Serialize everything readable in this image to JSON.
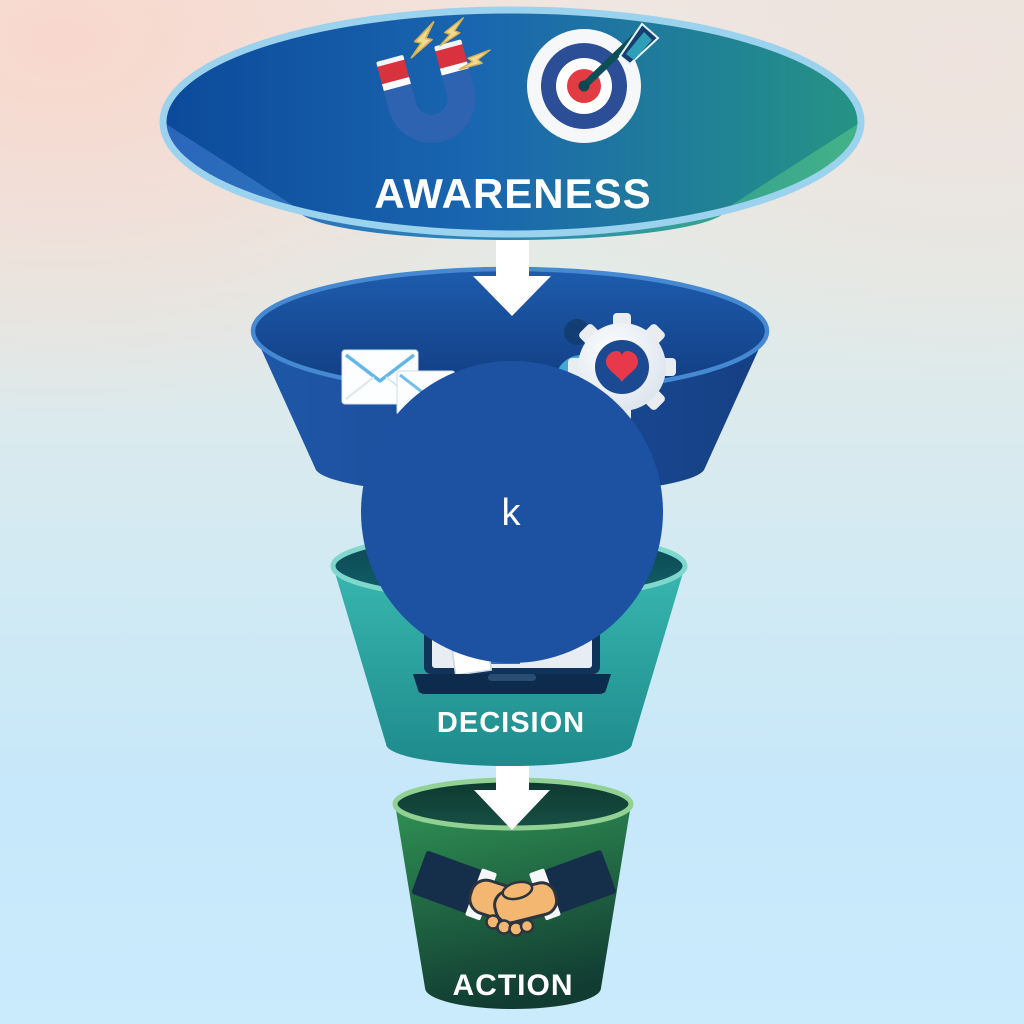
{
  "diagram": {
    "kind": "marketing-funnel",
    "arrow_color": "#ffffff"
  },
  "background": {
    "top_left": "#f8e3dc",
    "top_right": "#eee6e1",
    "bottom": "#c7e9fb"
  },
  "stages": [
    {
      "id": "awareness",
      "label": "AWARENESS",
      "icons": [
        "magnet-icon",
        "target-dart-icon"
      ],
      "body_color_left": "#2b65bb",
      "body_color_right": "#44b287"
    },
    {
      "id": "interest",
      "label": "",
      "icons": [
        "envelopes-icon",
        "gear-heart-icon"
      ],
      "body_color_left": "#1f57a8",
      "body_color_right": "#153f83"
    },
    {
      "id": "decision",
      "label": "DECISION",
      "icons": [
        "laptop-icon"
      ],
      "body_color_top": "#38b7af",
      "body_color_bottom": "#1e8a8c"
    },
    {
      "id": "action",
      "label": "ACTION",
      "icons": [
        "handshake-icon"
      ],
      "body_color_top": "#2f8f53",
      "body_color_bottom": "#113c32"
    }
  ],
  "overlay_circle": {
    "label": "k",
    "color": "#1d52a2"
  }
}
